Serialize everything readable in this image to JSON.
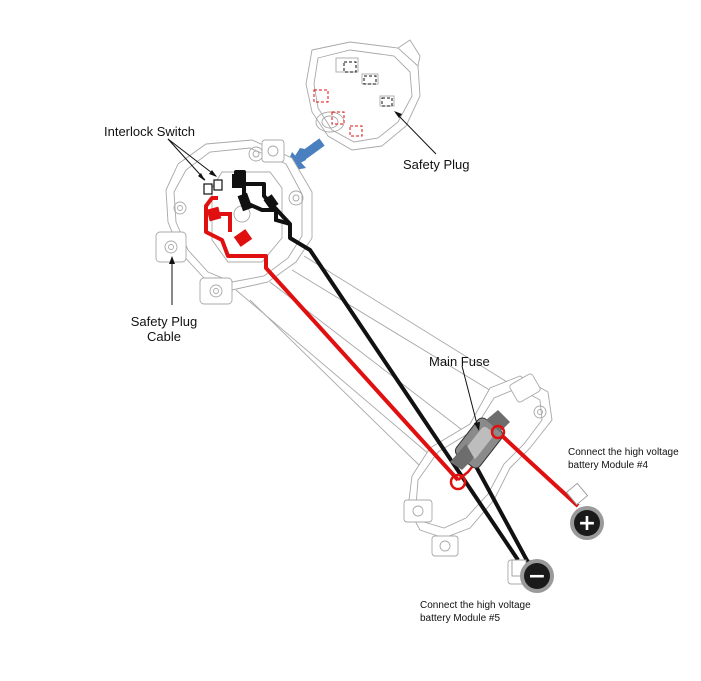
{
  "labels": {
    "interlock_switch": "Interlock Switch",
    "safety_plug": "Safety Plug",
    "safety_plug_cable_line1": "Safety Plug",
    "safety_plug_cable_line2": "Cable",
    "main_fuse": "Main Fuse",
    "module4_line1": "Connect the high voltage",
    "module4_line2": "battery Module #4",
    "module5_line1": "Connect the high voltage",
    "module5_line2": "battery Module #5"
  },
  "terminal_symbols": {
    "positive": "+",
    "negative": "−"
  },
  "colors": {
    "positive_cable": "#e01010",
    "negative_cable": "#111111",
    "insertion_arrow": "#4a7fc0",
    "housing_outline": "#a8a8a8",
    "terminal_fill": "#1a1a1a",
    "terminal_ring": "#9a9a9a"
  }
}
